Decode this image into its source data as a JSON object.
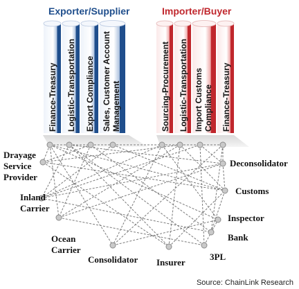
{
  "groups": {
    "exporter": {
      "title": "Exporter/Supplier",
      "color": "#1f4e8c"
    },
    "importer": {
      "title": "Importer/Buyer",
      "color": "#c0272d"
    }
  },
  "columns": {
    "exporter": [
      "Finance-Treasury",
      "Logistic-Transportation",
      "Export Compliance",
      "Sales, Customer Account",
      "Management"
    ],
    "importer": [
      "Sourcing-Procurement",
      "Logistic-Transportation",
      "Import Customs",
      "Compliance",
      "Finance-Treasury"
    ]
  },
  "parties": {
    "drayage": [
      "Drayage",
      "Service",
      "Provider"
    ],
    "inland": [
      "Inland",
      "Carrier"
    ],
    "ocean": [
      "Ocean",
      "Carrier"
    ],
    "consolidator": "Consolidator",
    "insurer": "Insurer",
    "threepl": "3PL",
    "bank": "Bank",
    "inspector": "Inspector",
    "customs": "Customs",
    "deconsolidator": "Deconsolidator"
  },
  "source": "Source: ChainLink Research",
  "colors": {
    "blue_stripe": "#1f4e8c",
    "red_stripe": "#c0272d",
    "blue_col": "#c7d6ea",
    "red_col": "#f2c3c3"
  }
}
